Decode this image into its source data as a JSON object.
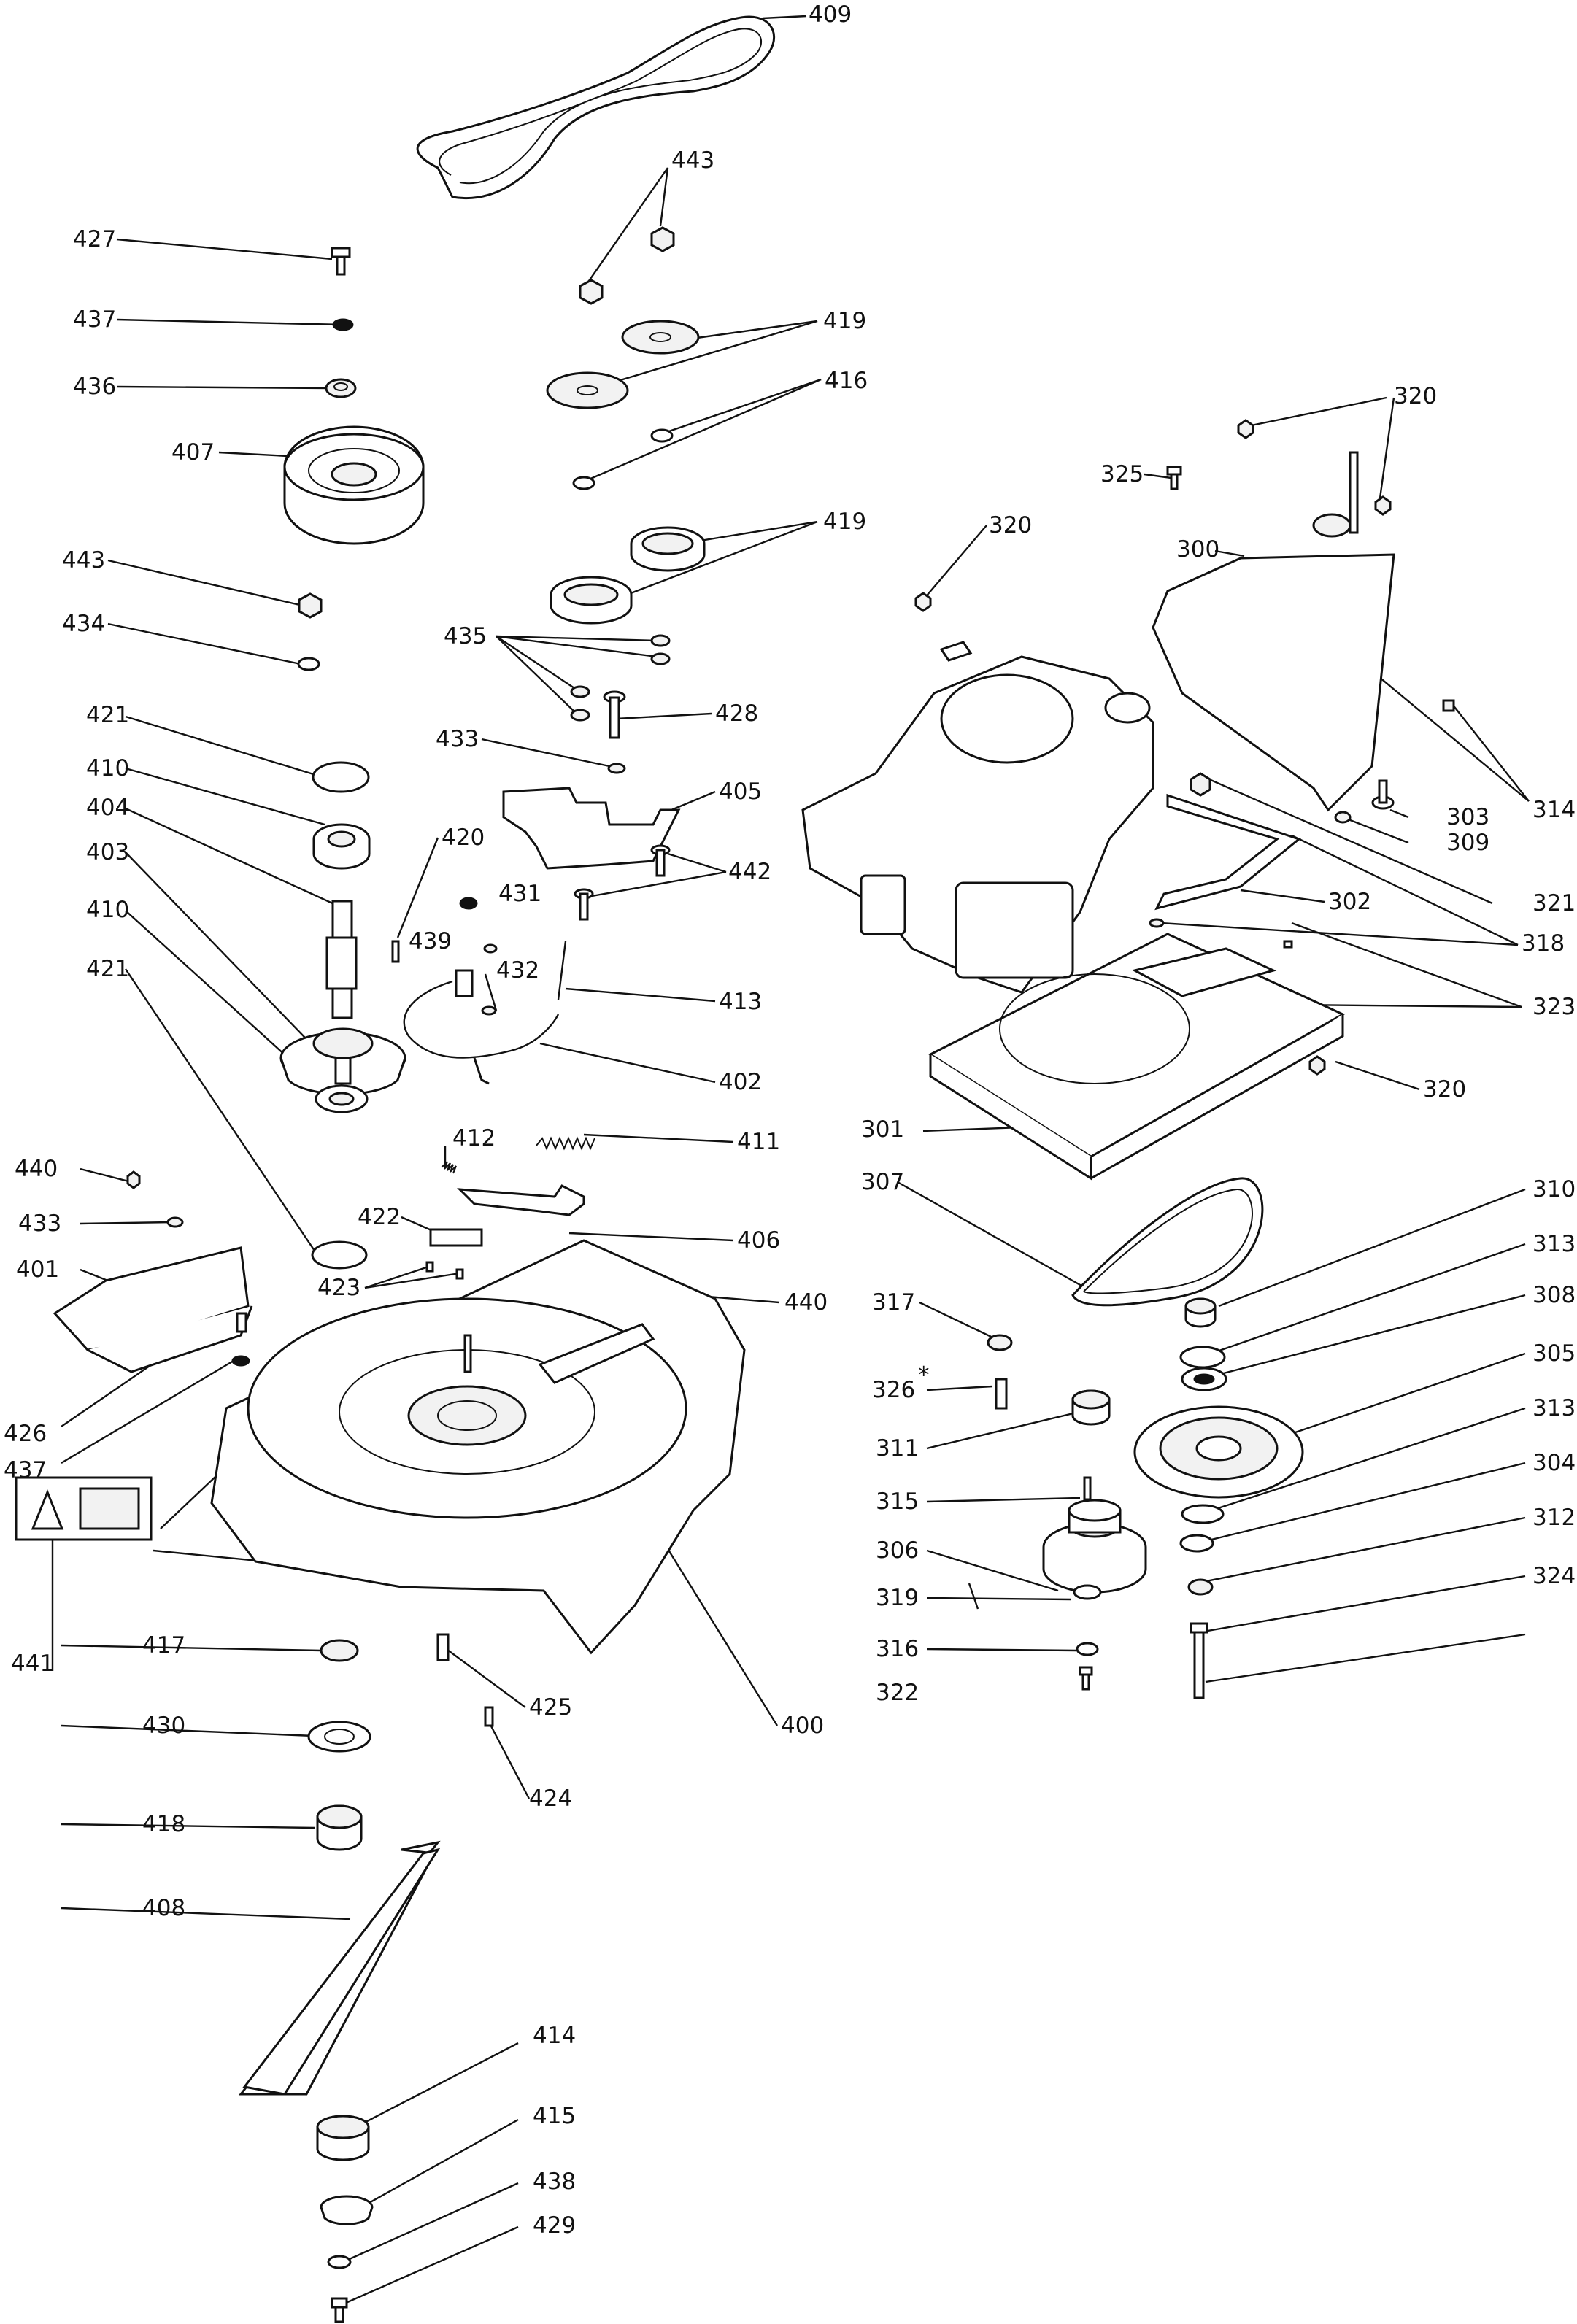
{
  "diagram": {
    "type": "exploded-parts-diagram",
    "labels": {
      "p300": "300",
      "p301": "301",
      "p302": "302",
      "p303": "303",
      "p304": "304",
      "p305": "305",
      "p306": "306",
      "p307": "307",
      "p308": "308",
      "p309": "309",
      "p310": "310",
      "p311": "311",
      "p312": "312",
      "p313a": "313",
      "p313b": "313",
      "p314": "314",
      "p315": "315",
      "p316": "316",
      "p317": "317",
      "p318": "318",
      "p319": "319",
      "p320a": "320",
      "p320b": "320",
      "p320c": "320",
      "p321": "321",
      "p322": "322",
      "p323": "323",
      "p324": "324",
      "p325": "325",
      "p326": "326",
      "p326_mark": "*",
      "p400": "400",
      "p401": "401",
      "p402": "402",
      "p403": "403",
      "p404": "404",
      "p405": "405",
      "p406": "406",
      "p407": "407",
      "p408": "408",
      "p409": "409",
      "p410a": "410",
      "p410b": "410",
      "p411": "411",
      "p412": "412",
      "p413": "413",
      "p414": "414",
      "p415": "415",
      "p416": "416",
      "p417": "417",
      "p418": "418",
      "p419a": "419",
      "p419b": "419",
      "p420": "420",
      "p421a": "421",
      "p421b": "421",
      "p422": "422",
      "p423": "423",
      "p424": "424",
      "p425": "425",
      "p426": "426",
      "p427": "427",
      "p428": "428",
      "p429": "429",
      "p430": "430",
      "p431": "431",
      "p432": "432",
      "p433a": "433",
      "p433b": "433",
      "p434": "434",
      "p435": "435",
      "p436": "436",
      "p437a": "437",
      "p437b": "437",
      "p438": "438",
      "p439": "439",
      "p440a": "440",
      "p440b": "440",
      "p441": "441",
      "p442": "442",
      "p443a": "443",
      "p443b": "443"
    },
    "icons": {
      "warning_decal": "warning-decal-icon"
    }
  }
}
